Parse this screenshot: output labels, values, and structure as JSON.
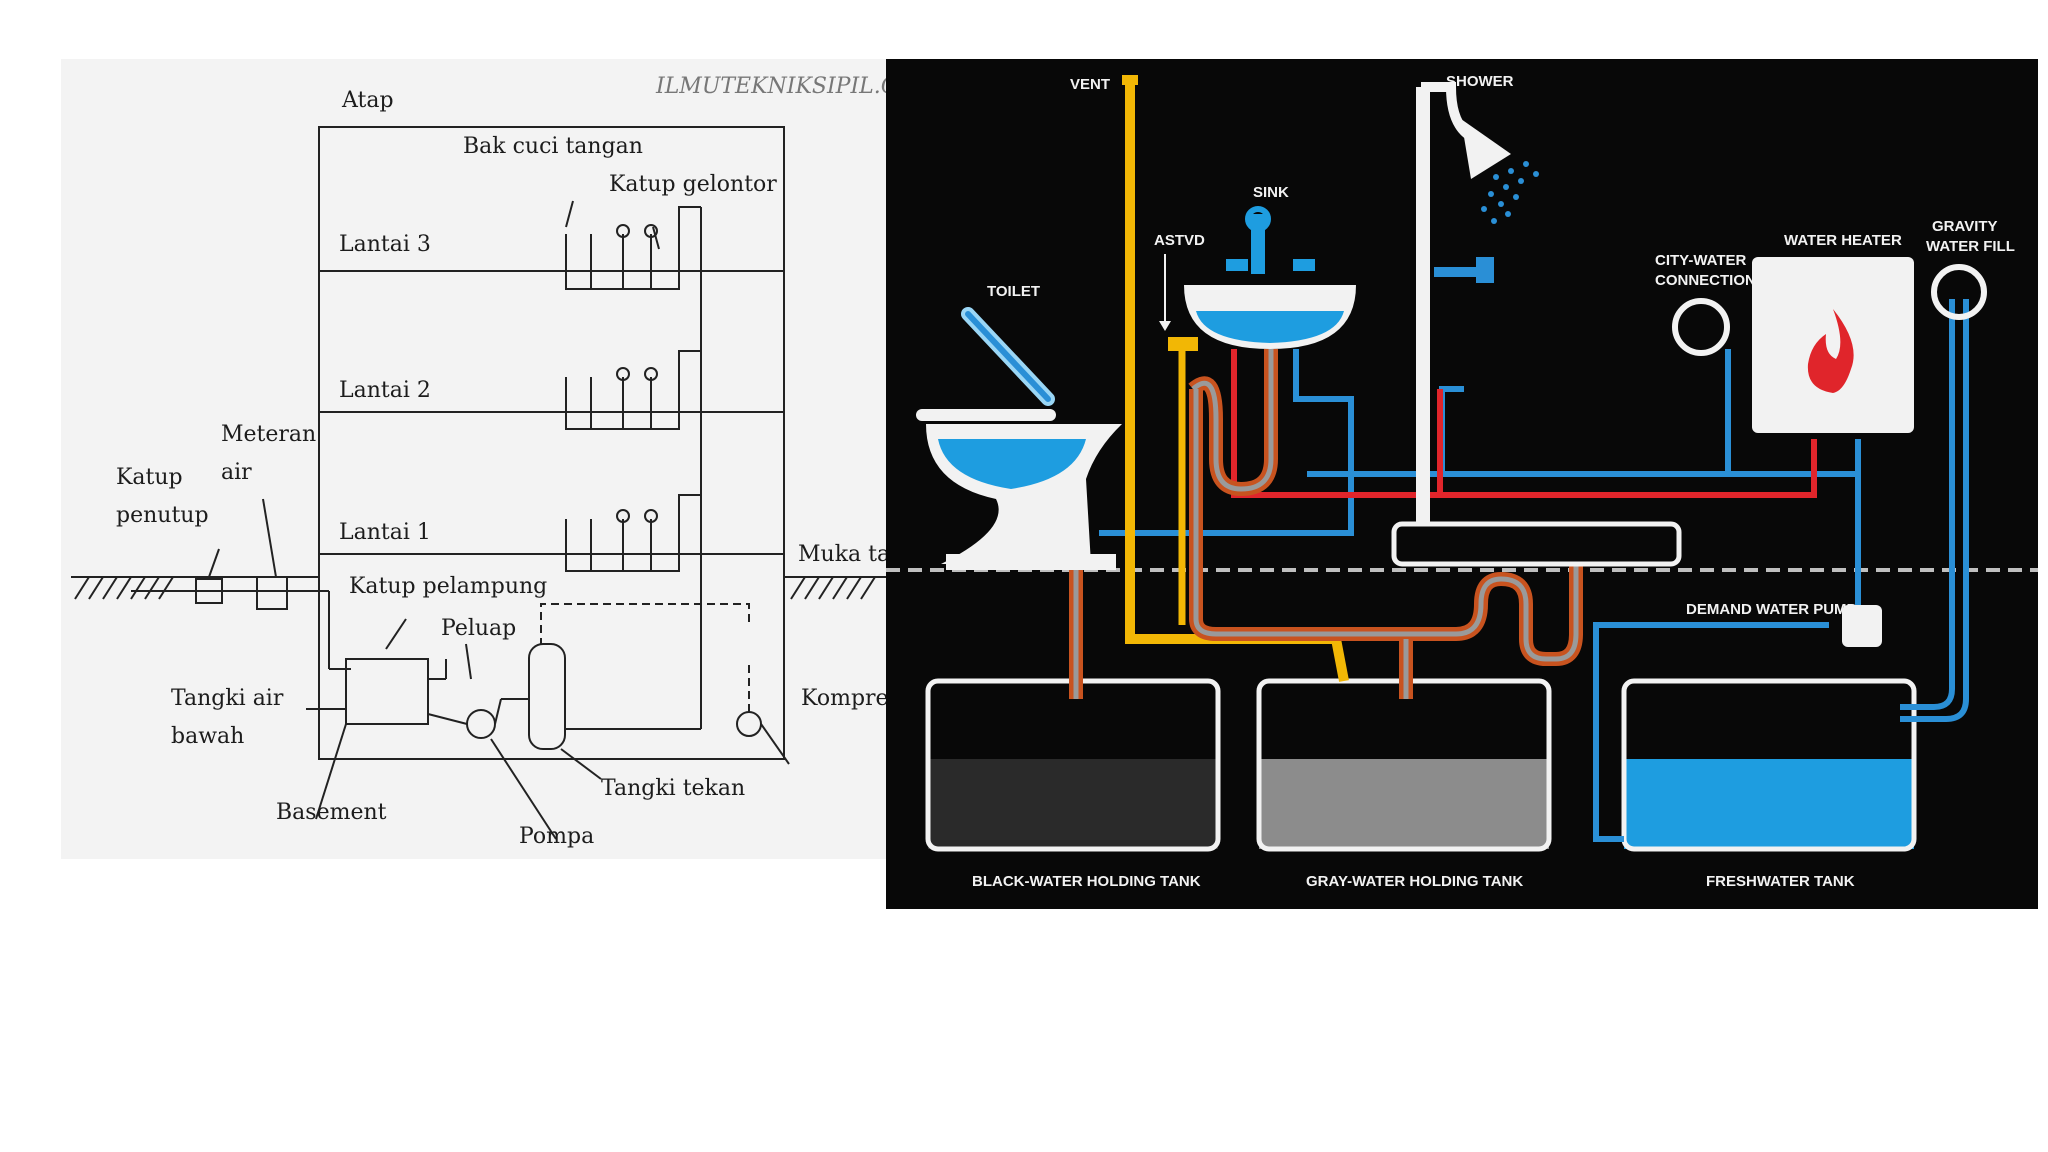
{
  "left_diagram": {
    "watermark": "ILMUTEKNIKSIPIL.CO",
    "labels": {
      "atap": "Atap",
      "bak_cuci_tangan": "Bak cuci tangan",
      "katup_gelontor": "Katup gelontor",
      "lantai_3": "Lantai 3",
      "lantai_2": "Lantai 2",
      "lantai_1": "Lantai 1",
      "meteran": "Meteran",
      "air": "air",
      "katup": "Katup",
      "penutup": "penutup",
      "muka_tanah": "Muka ta",
      "katup_pelampung": "Katup pelampung",
      "peluap": "Peluap",
      "tangki_air": "Tangki air",
      "bawah": "bawah",
      "kompresor": "Kompres",
      "basement": "Basement",
      "tangki_tekan": "Tangki tekan",
      "pompa": "Pompa"
    }
  },
  "right_diagram": {
    "labels": {
      "vent": "VENT",
      "shower": "SHOWER",
      "sink": "SINK",
      "astvd": "ASTVD",
      "toilet": "TOILET",
      "city_water_1": "CITY-WATER",
      "city_water_2": "CONNECTION",
      "water_heater": "WATER HEATER",
      "gravity_1": "GRAVITY",
      "gravity_2": "WATER FILL",
      "demand_pump": "DEMAND WATER PUMP",
      "black_tank": "BLACK-WATER HOLDING TANK",
      "gray_tank": "GRAY-WATER HOLDING TANK",
      "fresh_tank": "FRESHWATER TANK"
    },
    "colors": {
      "background": "#080808",
      "fresh_pipe": "#2a8fd6",
      "hot_pipe": "#e0252b",
      "vent_pipe": "#f2b705",
      "drain_outer": "#c8531f",
      "drain_inner": "#9a9a9a",
      "fresh_water": "#1e9de0",
      "gray_water": "#8c8c8c",
      "black_water": "#2a2a2a",
      "flame": "#e0252b"
    }
  }
}
